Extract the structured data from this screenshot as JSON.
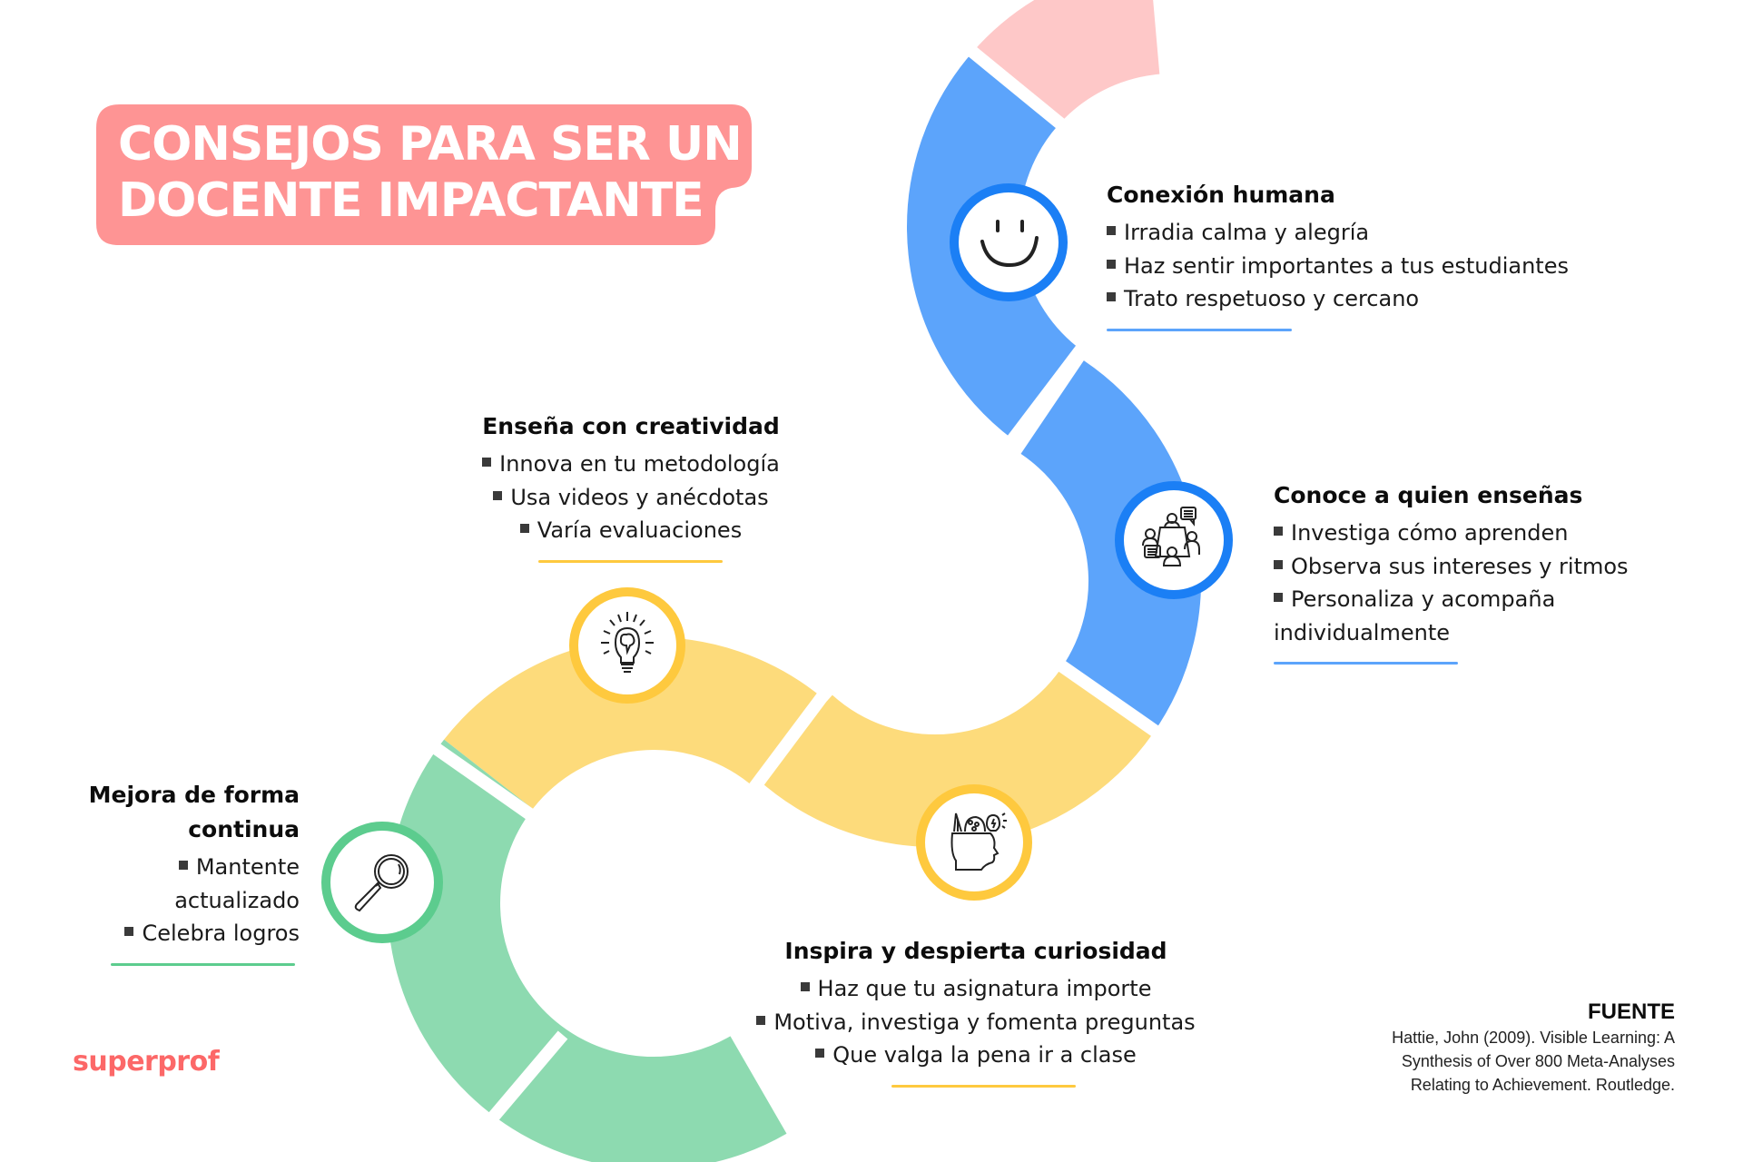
{
  "title": {
    "line1": "CONSEJOS PARA SER UN",
    "line2": "DOCENTE IMPACTANTE",
    "background_color": "#fe9494",
    "text_color": "#ffffff"
  },
  "colors": {
    "pink_band": "#fec8c8",
    "blue_band": "#5ca4fb",
    "blue_ring": "#1b7ff5",
    "yellow_band": "#fddb7b",
    "yellow_ring": "#fec93e",
    "green_band": "#8ddab0",
    "green_ring": "#5ccc8e",
    "bullet": "#3a3a3a"
  },
  "sections": {
    "conexion": {
      "heading": "Conexión humana",
      "icon": "smiley-face-icon",
      "items": [
        "Irradia calma y alegría",
        "Haz sentir importantes a tus estudiantes",
        "Trato respetuoso y cercano"
      ]
    },
    "conoce": {
      "heading": "Conoce a quien enseñas",
      "icon": "group-meeting-icon",
      "items": [
        "Investiga cómo aprenden",
        "Observa sus intereses y ritmos",
        "Personaliza y acompaña"
      ],
      "continuation": "individualmente"
    },
    "creatividad": {
      "heading": "Enseña con creatividad",
      "icon": "lightbulb-brain-icon",
      "items": [
        "Innova en tu metodología",
        "Usa videos y anécdotas",
        "Varía evaluaciones"
      ]
    },
    "inspira": {
      "heading": "Inspira y despierta curiosidad",
      "icon": "creative-head-icon",
      "items": [
        "Haz que tu asignatura importe",
        "Motiva, investiga y fomenta preguntas",
        "Que valga la pena ir a clase"
      ]
    },
    "mejora": {
      "heading_line1": "Mejora de forma",
      "heading_line2": "continua",
      "icon": "magnifying-glass-icon",
      "items": [
        "Mantente",
        "Celebra logros"
      ],
      "continuation": "actualizado"
    }
  },
  "source": {
    "title": "FUENTE",
    "lines": [
      "Hattie, John (2009). Visible Learning: A",
      "Synthesis of Over 800 Meta-Analyses",
      "Relating to Achievement. Routledge."
    ]
  },
  "brand": {
    "name": "superprof",
    "color": "#fc6868"
  }
}
